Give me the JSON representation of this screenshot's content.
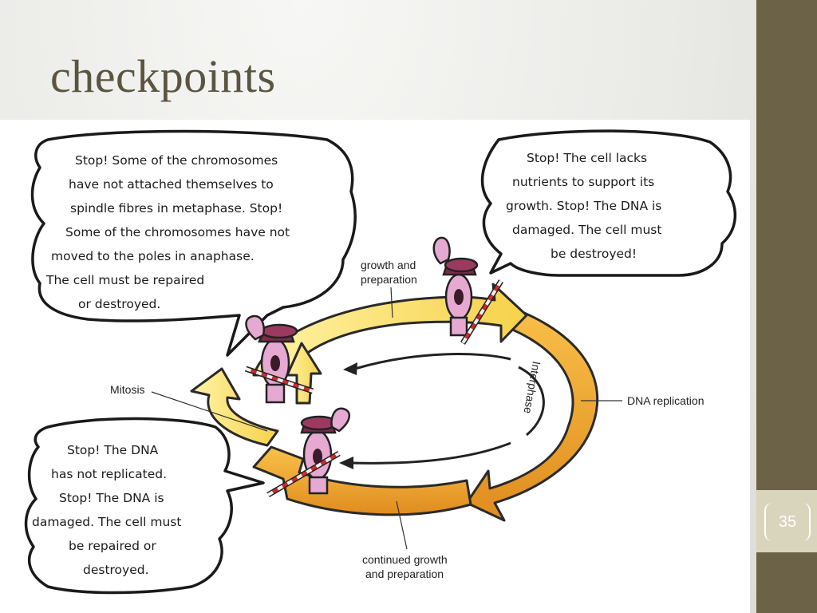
{
  "slide": {
    "title": "checkpoints",
    "page_number": "35",
    "colors": {
      "title": "#5a5540",
      "side_band": "#6b6248",
      "number_band": "#d9d4bc",
      "arrow_fill": "#f4c040",
      "arrow_dark": "#d98a1c"
    }
  },
  "diagram": {
    "bubbles": {
      "top_left": [
        "Stop! Some of the chromosomes",
        "have not attached themselves to",
        "spindle fibres in metaphase. Stop!",
        "Some of the chromosomes have not",
        "moved to the poles in anaphase.",
        "The cell must be repaired",
        "or destroyed."
      ],
      "top_right": [
        "Stop! The cell lacks",
        "nutrients to support its",
        "growth. Stop! The DNA is",
        "damaged. The cell must",
        "be destroyed!"
      ],
      "bottom_left": [
        "Stop! The DNA",
        "has not replicated.",
        "Stop! The DNA is",
        "damaged. The cell must",
        "be repaired or",
        "destroyed."
      ]
    },
    "labels": {
      "growth_prep_line1": "growth and",
      "growth_prep_line2": "preparation",
      "mitosis": "Mitosis",
      "dna_replication": "DNA replication",
      "continued_line1": "continued growth",
      "continued_line2": "and preparation",
      "interphase": "Interphase"
    },
    "icons": [
      "speech-bubble-icon",
      "guard-figure-icon",
      "barrier-gate-icon",
      "cycle-arrow-icon"
    ]
  }
}
